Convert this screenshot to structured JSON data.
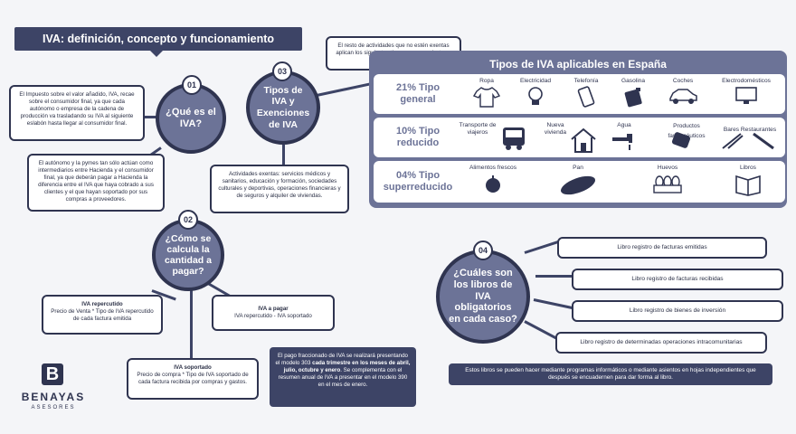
{
  "title": "IVA: definición, concepto y funcionamiento",
  "section1": {
    "num": "01",
    "heading": "¿Qué es el IVA?",
    "card1": "El Impuesto sobre el valor añadido, IVA, recae sobre el consumidor final, ya que cada autónomo o empresa de la cadena de producción va trasladando su IVA al siguiente eslabón hasta llegar al consumidor final.",
    "card2": "El autónomo y la pymes tan sólo actúan como intermediarios entre Hacienda y el consumidor final, ya que deberán pagar a Hacienda la diferencia entre el IVA que haya cobrado a sus clientes y el que hayan soportado por sus compras a proveedores."
  },
  "section2": {
    "num": "02",
    "heading": "¿Cómo se calcula la cantidad a pagar?",
    "repercutido_title": "IVA repercutido",
    "repercutido_text": "Precio de Venta * Tipo de IVA repercutido de cada factura emitida",
    "apagar_title": "IVA a pagar",
    "apagar_text": "IVA repercutido - IVA soportado",
    "soportado_title": "IVA soportado",
    "soportado_text": "Precio de compra * Tipo de IVA soportado de cada factura recibida por compras y gastos.",
    "note_a": "El pago fraccionado de IVA se realizará presentando el modelo 303 ",
    "note_b": "cada trimestre en los meses de abril, julio, octubre y enero",
    "note_c": ". Se complementa con el resumen anual de IVA a presentar en el modelo 390 en el mes de enero."
  },
  "section3": {
    "num": "03",
    "heading": "Tipos de IVA y Exenciones de IVA",
    "top_note": "El resto de actividades que no estén exentas aplican los siguientes tipos en sus productos y servicios.",
    "exentas": "Actividades exentas: servicios médicos y sanitarios, educación y formación, sociedades culturales y deportivas, operaciones financieras y de seguros y alquiler de viviendas.",
    "panel_title": "Tipos de IVA aplicables en España",
    "rows": [
      {
        "title": "21% Tipo general",
        "items": [
          "Ropa",
          "Electricidad",
          "Telefonía",
          "Gasolina",
          "Coches",
          "Electrodomésticos"
        ]
      },
      {
        "title": "10% Tipo reducido",
        "items": [
          "Transporte de viajeros",
          "Nueva vivienda",
          "Agua",
          "Productos farmacéuticos",
          "Bares Restaurantes"
        ]
      },
      {
        "title": "04% Tipo superreducido",
        "items": [
          "Alimentos frescos",
          "Pan",
          "Huevos",
          "Libros"
        ]
      }
    ]
  },
  "section4": {
    "num": "04",
    "heading": "¿Cuáles son los libros de IVA obligatorios en cada caso?",
    "libros": [
      "Libro registro de facturas emitidas",
      "Libro registro de facturas recibidas",
      "Libro registro de bienes de inversión",
      "Libro registro de determinadas operaciones intracomunitarias"
    ],
    "note": "Estos libros se pueden hacer mediante programas informáticos o mediante asientos en hojas independientes que después se encuadernen para dar forma al libro."
  },
  "brand": {
    "logo_letter": "B",
    "name": "BENAYAS",
    "sub": "ASESORES"
  },
  "colors": {
    "navy": "#3d4466",
    "circle": "#6c7397",
    "border": "#2f3450",
    "background": "#f4f5f8"
  }
}
